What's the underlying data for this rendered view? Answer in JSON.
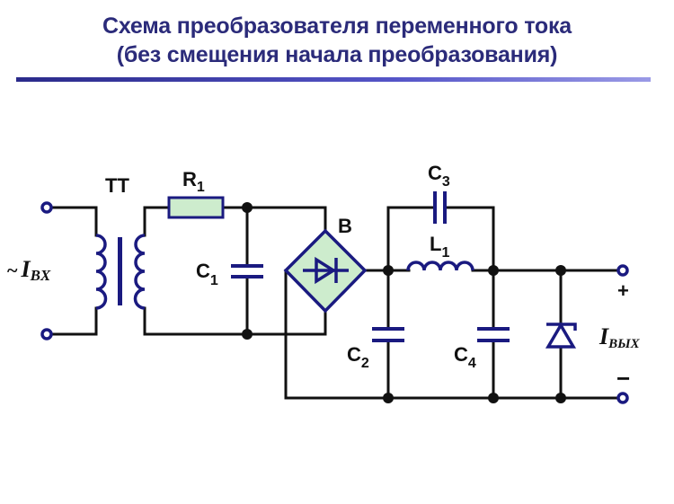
{
  "title": {
    "line1": "Схема преобразователя переменного тока",
    "line2": "(без смещения начала преобразования)"
  },
  "colors": {
    "title": "#2b2b7a",
    "wire": "#111111",
    "component": "#1a1a80",
    "component_fill": "#cdeccd"
  },
  "labels": {
    "transformer": "ТТ",
    "r1": "R",
    "r1_sub": "1",
    "c1": "C",
    "c1_sub": "1",
    "bridge": "B",
    "c2": "C",
    "c2_sub": "2",
    "c3": "C",
    "c3_sub": "3",
    "l1": "L",
    "l1_sub": "1",
    "c4": "C",
    "c4_sub": "4",
    "input_tilde": "~",
    "input_I": "I",
    "input_sub": "BX",
    "output_I": "I",
    "output_sub": "ВЫХ",
    "plus": "+",
    "minus": "−"
  },
  "components": [
    {
      "id": "TT",
      "type": "current-transformer"
    },
    {
      "id": "R1",
      "type": "resistor"
    },
    {
      "id": "C1",
      "type": "capacitor"
    },
    {
      "id": "B",
      "type": "diode-bridge"
    },
    {
      "id": "C2",
      "type": "capacitor"
    },
    {
      "id": "C3",
      "type": "capacitor"
    },
    {
      "id": "L1",
      "type": "inductor"
    },
    {
      "id": "C4",
      "type": "capacitor"
    },
    {
      "id": "VD",
      "type": "zener-diode"
    }
  ]
}
